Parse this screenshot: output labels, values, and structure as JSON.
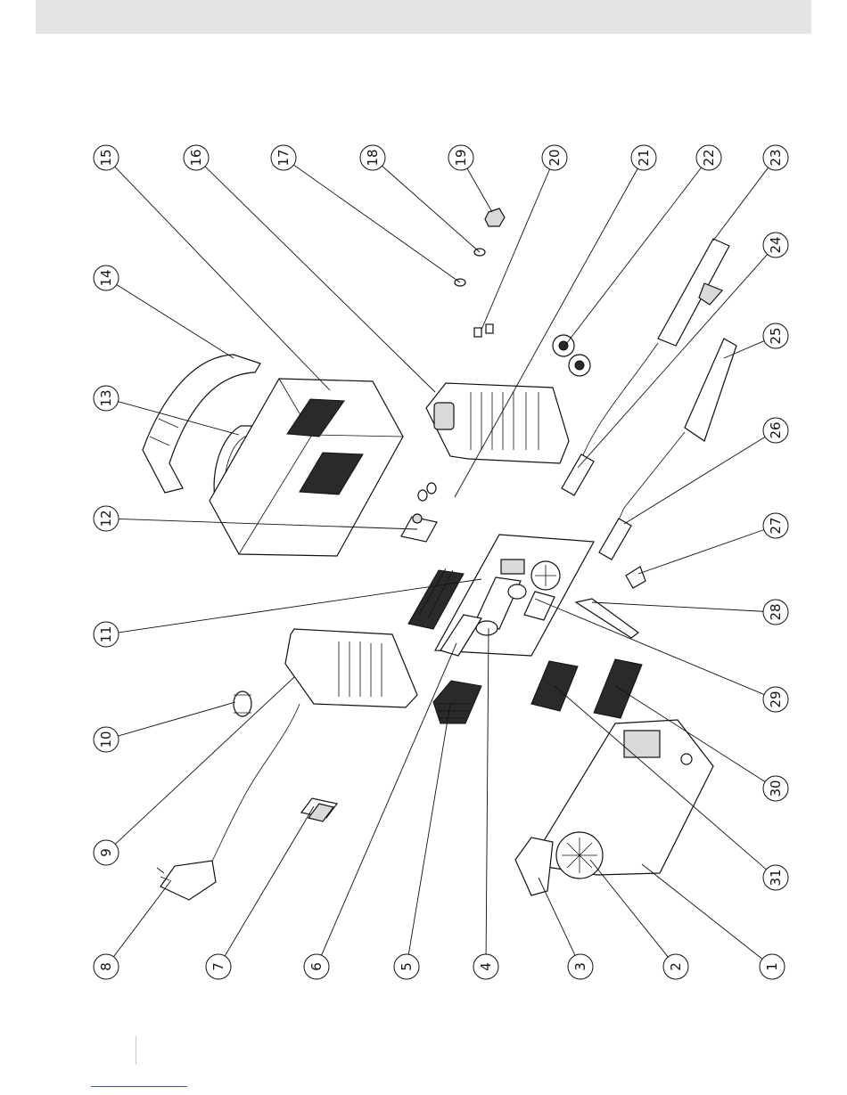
{
  "callouts": [
    {
      "n": "1"
    },
    {
      "n": "2"
    },
    {
      "n": "3"
    },
    {
      "n": "4"
    },
    {
      "n": "5"
    },
    {
      "n": "6"
    },
    {
      "n": "7"
    },
    {
      "n": "8"
    },
    {
      "n": "9"
    },
    {
      "n": "10"
    },
    {
      "n": "11"
    },
    {
      "n": "12"
    },
    {
      "n": "13"
    },
    {
      "n": "14"
    },
    {
      "n": "15"
    },
    {
      "n": "16"
    },
    {
      "n": "17"
    },
    {
      "n": "18"
    },
    {
      "n": "19"
    },
    {
      "n": "20"
    },
    {
      "n": "21"
    },
    {
      "n": "22"
    },
    {
      "n": "23"
    },
    {
      "n": "24"
    },
    {
      "n": "25"
    },
    {
      "n": "26"
    },
    {
      "n": "27"
    },
    {
      "n": "28"
    },
    {
      "n": "29"
    },
    {
      "n": "30"
    },
    {
      "n": "31"
    }
  ]
}
